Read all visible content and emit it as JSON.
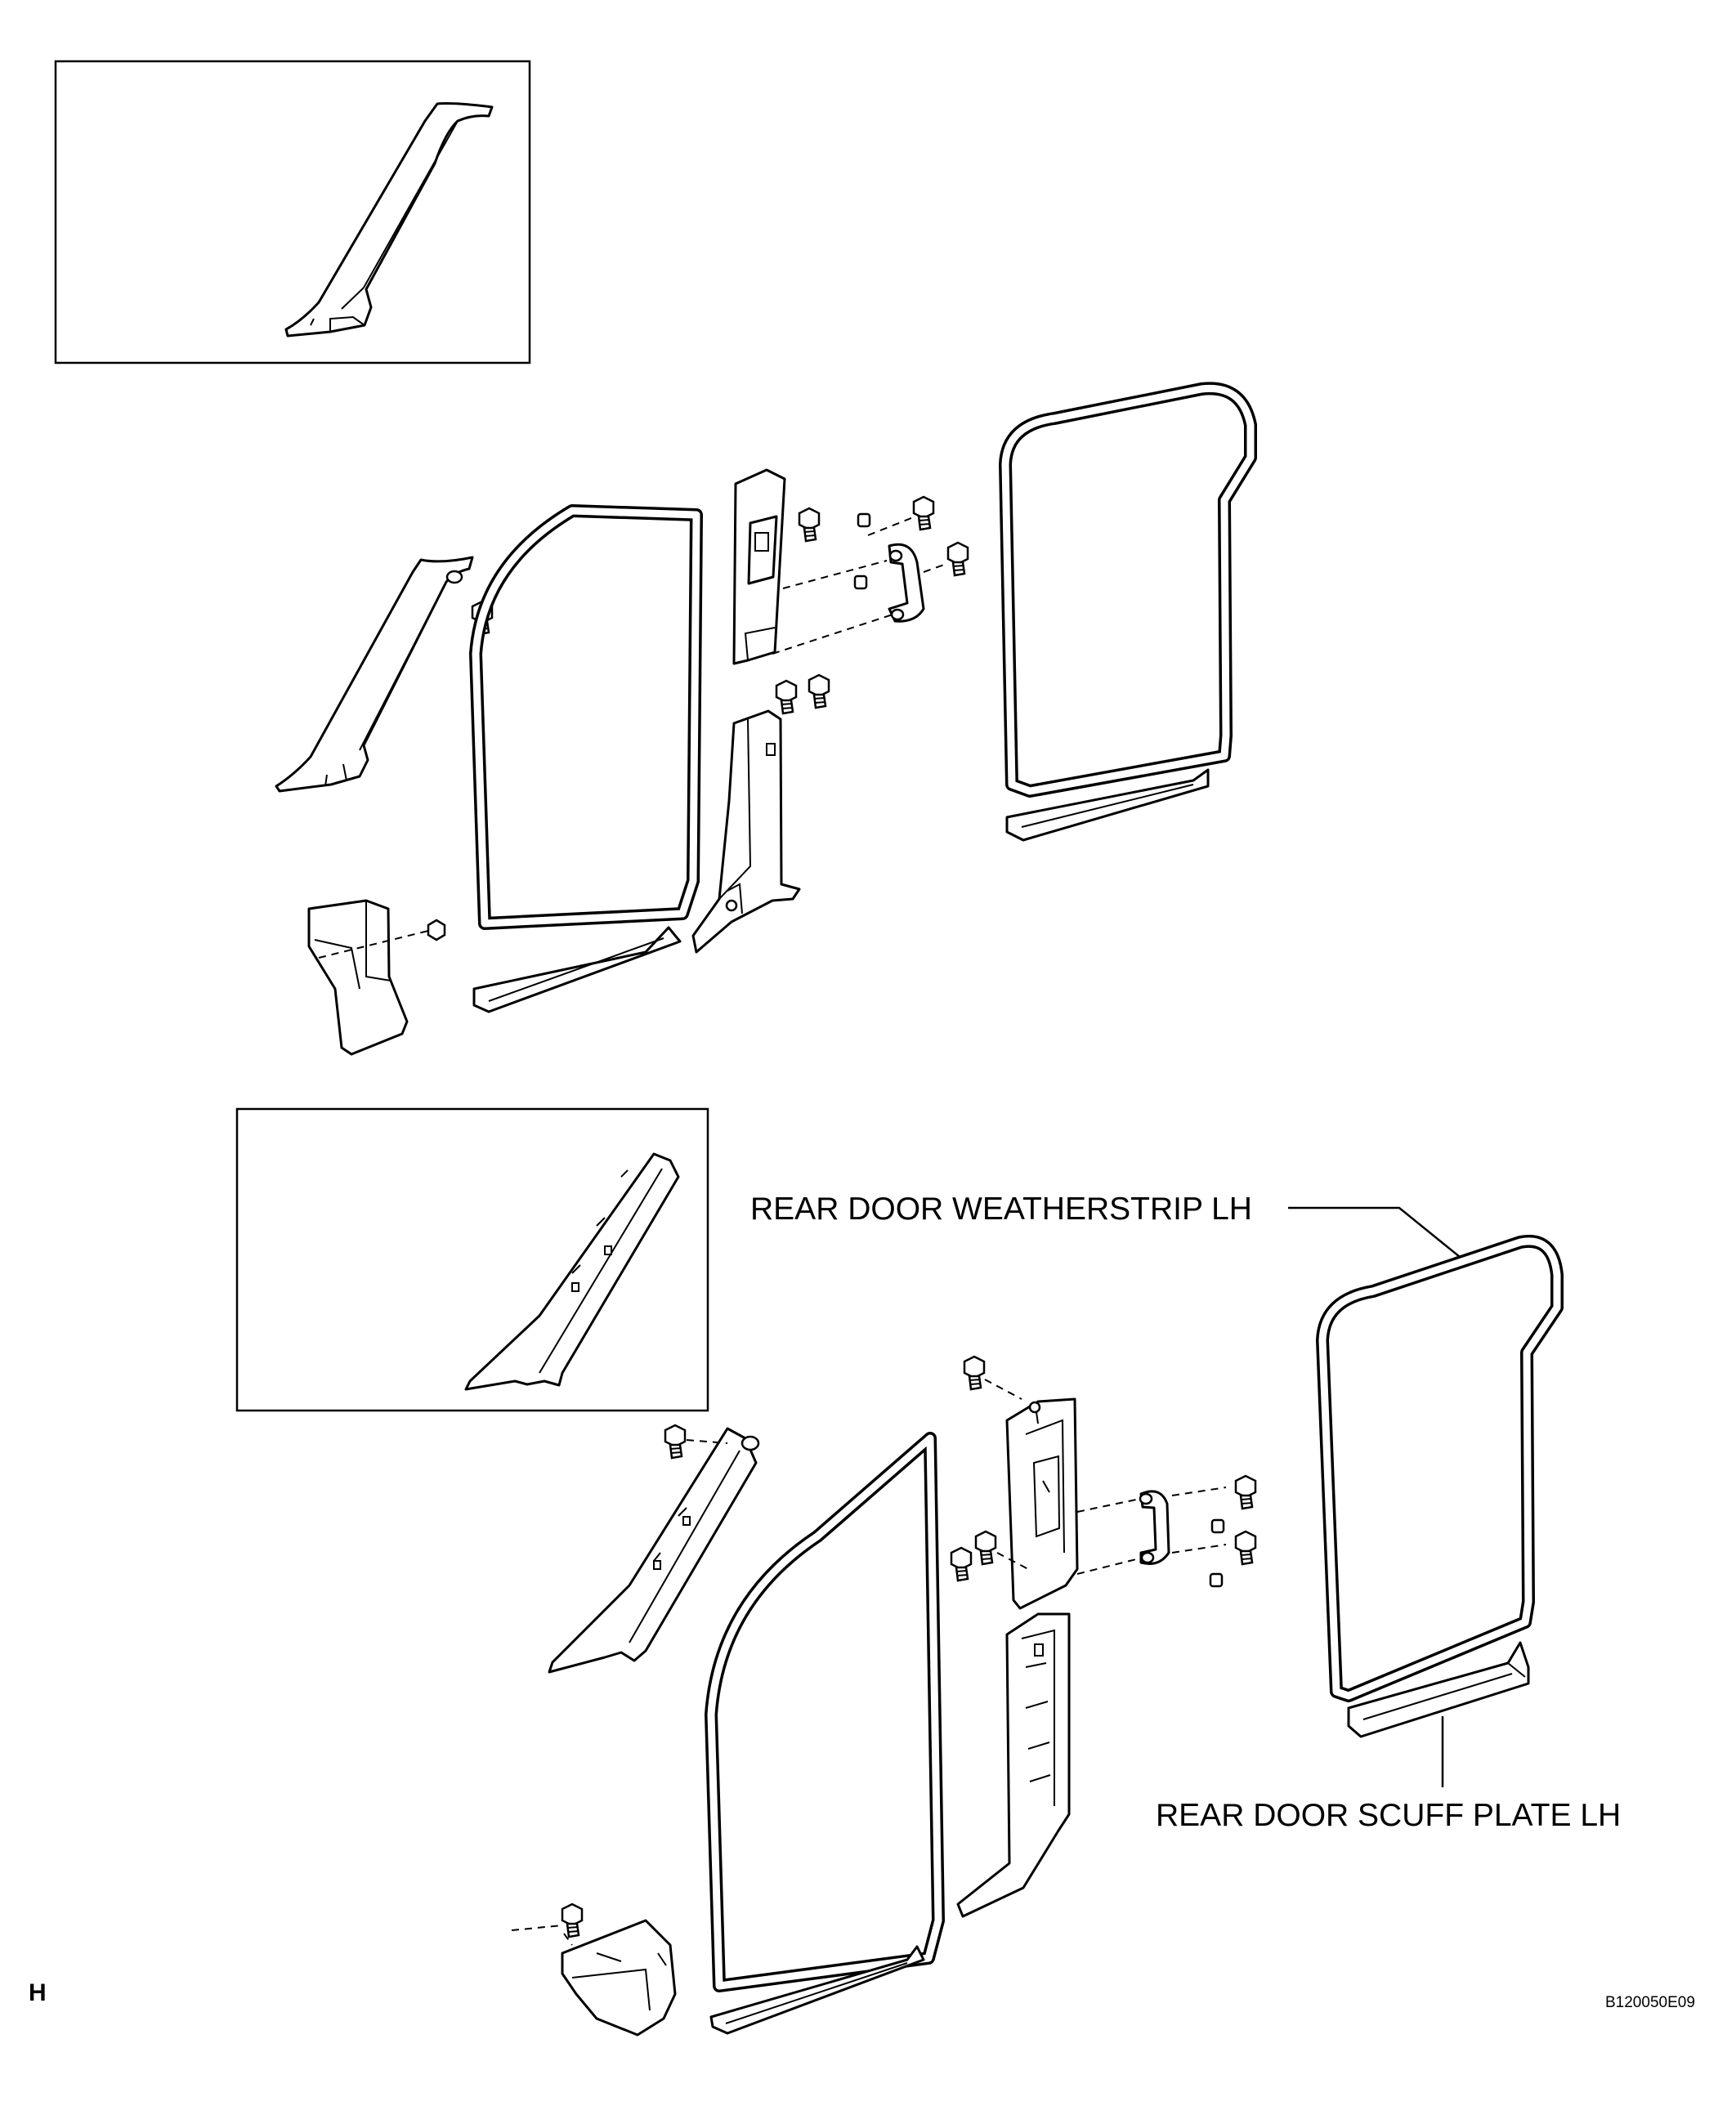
{
  "labels": {
    "rear_door_weatherstrip": "REAR DOOR WEATHERSTRIP LH",
    "rear_door_scuff_plate": "REAR DOOR SCUFF PLATE LH"
  },
  "footer": {
    "section_letter": "H",
    "figure_code": "B120050E09"
  }
}
